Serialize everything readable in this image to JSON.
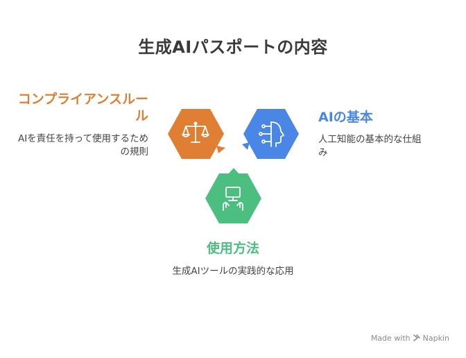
{
  "title": "生成AIパスポートの内容",
  "sections": {
    "compliance": {
      "heading": "コンプライアンスルール",
      "description": "AIを責任を持って使用するための規則",
      "color": "#e07f33",
      "icon": "scales-icon"
    },
    "ai_basics": {
      "heading": "AIの基本",
      "description": "人工知能の基本的な仕組み",
      "color": "#4a86e6",
      "icon": "ai-head-icon"
    },
    "usage": {
      "heading": "使用方法",
      "description": "生成AIツールの実践的な応用",
      "color": "#4cbf80",
      "icon": "computer-hands-icon"
    }
  },
  "footer": {
    "made_with": "Made with",
    "brand": "Napkin"
  }
}
